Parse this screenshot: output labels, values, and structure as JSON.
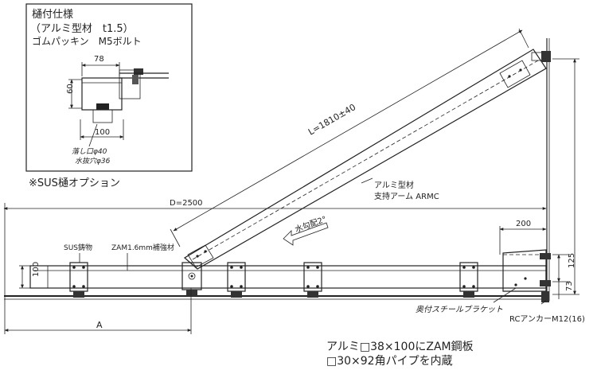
{
  "inset": {
    "title_line1": "樋付仕様",
    "title_line2": "（アルミ型材　t1.5）",
    "title_line3": "ゴムパッキン　M5ボルト",
    "dim_width": "78",
    "dim_height": "60",
    "dim_bottom": "100",
    "note_drain": "落し口φ40",
    "note_hole": "水抜穴φ36",
    "caption": "※SUS樋オプション"
  },
  "main": {
    "dim_total": "D=2500",
    "dim_arm": "L=1810±40",
    "arm_material_line1": "アルミ型材",
    "arm_material_line2": "支持アーム ARMC",
    "slope": "水勾配2°",
    "dim_bracket": "200",
    "label_sus": "SUS鋳物",
    "label_zam": "ZAM1.6mm補強材",
    "dim_beam": "100",
    "dim_125": "125",
    "dim_73": "73",
    "label_bracket": "奥付スチールブラケット",
    "label_anchor": "RCアンカーM12(16)",
    "dim_a": "A",
    "spec_line1": "アルミ□38×100にZAM鋼板",
    "spec_line2": "□30×92角パイプを内蔵"
  }
}
